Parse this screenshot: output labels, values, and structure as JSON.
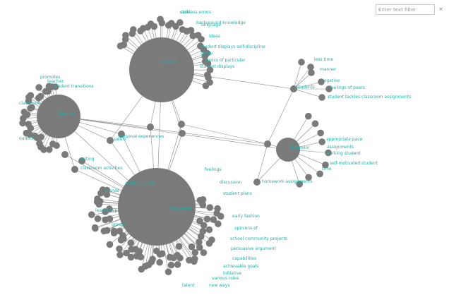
{
  "filter": {
    "placeholder": "Enter text filter",
    "clear_glyph": "×"
  },
  "colors": {
    "node": "#7a7a7a",
    "edge": "#8a8a8a",
    "label": "#1fb0a6",
    "background": "#ffffff"
  },
  "network": {
    "hubs": [
      {
        "id": "h1",
        "label": "Student"
      },
      {
        "id": "h2",
        "label": "Teacher"
      },
      {
        "id": "h3",
        "label": "Classroom"
      },
      {
        "id": "h4",
        "label": "Behavior"
      }
    ],
    "nodes": [
      "careless errors",
      "background knowledge",
      "student displays self-discipline",
      "topics of particular",
      "student displays",
      "promotes",
      "teacher",
      "student transitions",
      "classroom",
      "outlook",
      "less time",
      "manner",
      "feelings of peers",
      "student tackles classroom assignments",
      "appropriate pace",
      "assignments",
      "working student",
      "self-motivated student",
      "time",
      "classroom activities",
      "homework assignments",
      "feelings",
      "discussion",
      "student plans",
      "early fashion",
      "opinions of",
      "school community projects",
      "persuasive argument",
      "capabilities",
      "achievable goals",
      "initiative",
      "various roles",
      "new ways",
      "talent",
      "personal experiences",
      "peers",
      "students",
      "negative",
      "group",
      "language",
      "writing",
      "friends",
      "groups",
      "leadership",
      "student goals",
      "ideas",
      "skills"
    ]
  }
}
